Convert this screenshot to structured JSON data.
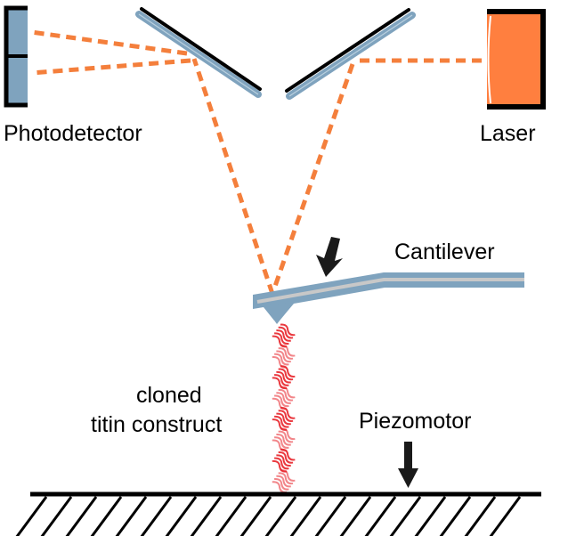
{
  "diagram": {
    "title": "Atomic force microscope single-molecule force spectroscopy setup",
    "labels": {
      "photodetector": "Photodetector",
      "laser": "Laser",
      "cantilever": "Cantilever",
      "construct_line1": "cloned",
      "construct_line2": "titin construct",
      "piezomotor": "Piezomotor"
    },
    "components": [
      {
        "id": "photodetector",
        "name": "Photodetector",
        "kind": "split-photodiode",
        "segments": 2
      },
      {
        "id": "mirror-left",
        "name": "Left mirror",
        "kind": "mirror"
      },
      {
        "id": "mirror-right",
        "name": "Right mirror",
        "kind": "mirror"
      },
      {
        "id": "laser",
        "name": "Laser",
        "kind": "light-source"
      },
      {
        "id": "cantilever",
        "name": "Cantilever",
        "kind": "probe"
      },
      {
        "id": "titin-construct",
        "name": "cloned titin construct",
        "kind": "protein-chain",
        "domains": 8
      },
      {
        "id": "substrate",
        "name": "Piezomotor stage",
        "kind": "surface"
      }
    ],
    "beam_path": [
      "laser",
      "mirror-right",
      "cantilever",
      "mirror-left",
      "photodetector"
    ],
    "arrows": [
      {
        "id": "cantilever-deflection-arrow",
        "meaning": "cantilever deflection"
      },
      {
        "id": "piezomotor-arrow",
        "meaning": "piezomotor movement"
      }
    ],
    "colors": {
      "beam": "#f47f3c",
      "laser": "#ff7f3f",
      "component_blue": "#7fa3be",
      "cantilever_core": "#c8c8c8",
      "protein_red": "#e8242b",
      "outline": "#000000"
    }
  }
}
